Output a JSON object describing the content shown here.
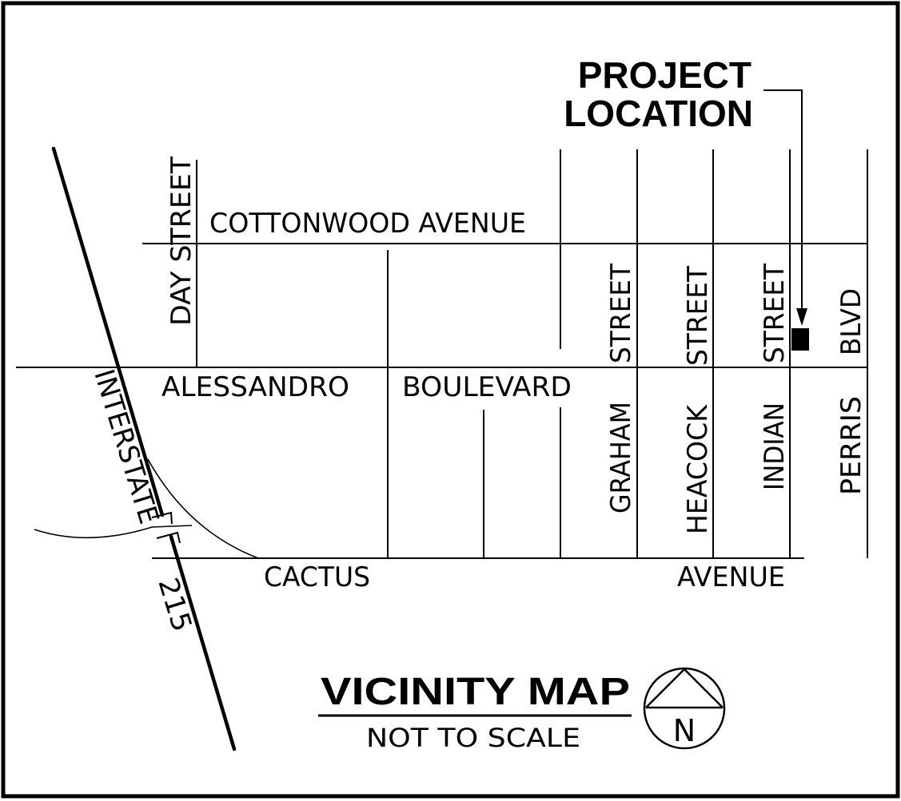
{
  "map": {
    "project_location_line1": "PROJECT",
    "project_location_line2": "LOCATION",
    "title": "VICINITY MAP",
    "scale_note": "NOT TO SCALE",
    "north_letter": "N"
  },
  "streets": {
    "cottonwood": "COTTONWOOD AVENUE",
    "day_street": "DAY STREET",
    "alessandro": "ALESSANDRO",
    "boulevard": "BOULEVARD",
    "cactus": "CACTUS",
    "avenue": "AVENUE",
    "graham_street_top": "STREET",
    "graham": "GRAHAM",
    "heacock_street_top": "STREET",
    "heacock": "HEACOCK",
    "indian_street_top": "STREET",
    "indian": "INDIAN",
    "perris_blvd_top": "BLVD",
    "perris": "PERRIS",
    "interstate": "INTERSTATE",
    "interstate_number": "215"
  },
  "colors": {
    "ink": "#000000",
    "paper": "#ffffff"
  }
}
